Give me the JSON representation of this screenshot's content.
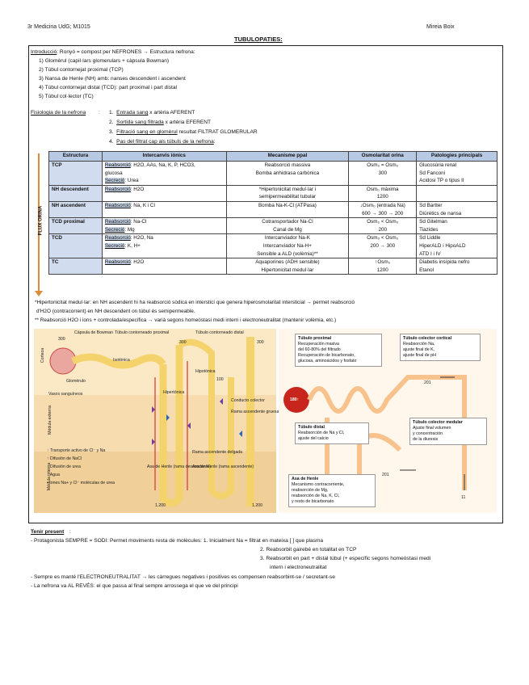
{
  "header": {
    "left": "3r Medicina UdG; M1015",
    "right": "Mireia Boix",
    "title": "TUBULOPATIES:"
  },
  "intro": {
    "label": "Introducció",
    "line": ": Ronyó = compost per NEFRONES → Estructura nefrona:",
    "items": [
      "1)  Glomèrul (capil·lars glomerulars + càpsula Bowman)",
      "2)  Túbul contornejat proximal (TCP)",
      "3)  Nansa de Henle (NH) amb: nanses descendent i ascendent",
      "4)  Túbul contornejat distal (TCD): part proximal i part distal",
      "5)  Túbul col·lector (TC)"
    ]
  },
  "physio": {
    "label": "Fisiologia de la nefrona",
    "steps": [
      {
        "num": "1.",
        "u": "Entrada sang",
        "rest": " x artèria AFERENT"
      },
      {
        "num": "2.",
        "u": "Sortida sang filtrada",
        "rest": " x artèria EFERENT"
      },
      {
        "num": "3.",
        "u": "Filtració sang en glomèrul",
        "rest": " resultat FILTRAT GLOMERULAR"
      },
      {
        "num": "4.",
        "u": "Pas del filtrat cap als túbuls de la nefrona",
        "rest": ":"
      }
    ]
  },
  "table": {
    "side_label": "FLUX ORINA",
    "headers": [
      "Estructura",
      "Intercanvis iònics",
      "Mecanisme ppal",
      "Osmolaritat orina",
      "Patologies principals"
    ],
    "rows": [
      {
        "s": "TCP",
        "i": [
          {
            "k": "Reabsorció",
            "v": ": H2O, AAs, Na, K, P, HCO3,"
          },
          {
            "k": "",
            "v": "glucosa"
          },
          {
            "k": "Secreció",
            "v": ": Urea"
          }
        ],
        "m": [
          "Reabsorció massiva",
          "Bomba anhidrasa carbònica"
        ],
        "o": [
          "Osm₀ = Osm₀",
          "300"
        ],
        "p": [
          "Glucosúria renal",
          "Sd Fanconi",
          "Acidosi TP o tipus II"
        ]
      },
      {
        "s": "NH descendent",
        "i": [
          {
            "k": "Reabsorció",
            "v": ": H2O"
          }
        ],
        "m": [
          "*Hipertonicitat medul·lar i",
          "semipermeabilitat tubular"
        ],
        "o": [
          "Osm₀ màxima",
          "1200"
        ],
        "p": []
      },
      {
        "s": "NH ascendent",
        "i": [
          {
            "k": "Reabsorció",
            "v": ": Na, K i Cl"
          }
        ],
        "m": [
          "Bomba Na-K-Cl (ATPasa)"
        ],
        "o": [
          "↓Osm₀ (entrada Na)",
          "600 → 300 → 200"
        ],
        "p": [
          "Sd Bartter",
          "Diürètics de nansa"
        ]
      },
      {
        "s": "TCD proximal",
        "i": [
          {
            "k": "Reabsorció",
            "v": ": Na-Cl"
          },
          {
            "k": "Secreció",
            "v": ": Mg"
          }
        ],
        "m": [
          "Cotransportador Na-Cl",
          "Canal de Mg"
        ],
        "o": [
          "Osm₀ < Osm₀",
          "200"
        ],
        "p": [
          "Sd Gitelman",
          "Tiazides"
        ]
      },
      {
        "s": "TCD",
        "i": [
          {
            "k": "Reabsorció",
            "v": ": H2O, Na"
          },
          {
            "k": "Secreció",
            "v": ": K, H+"
          }
        ],
        "m": [
          "Intercanviador Na-K",
          "Intercanviador Na-H+",
          "Sensible a ALD (volèmia)**"
        ],
        "o": [
          "Osm₀ < Osm₀",
          "200 → 300"
        ],
        "p": [
          "Sd Liddle",
          "HiperALD i HipoALD",
          "ATD I i IV"
        ]
      },
      {
        "s": "TC",
        "i": [
          {
            "k": "Reabsorció",
            "v": ": H2O"
          }
        ],
        "m": [
          "Aquaporines (ADH sensible)",
          "Hipertonicitat medul·lar"
        ],
        "o": [
          "↑Osm₀",
          "1200"
        ],
        "p": [
          "Diabetis insípida nefro",
          "Etanol"
        ]
      }
    ]
  },
  "notes": [
    "*Hipertonicitat medul·lar: en NH ascendent hi ha reabsorció sòdica en intersticí que genera hiperosmolaritat intersticial → permet reabsorció",
    "d'H2O (contracorrent) en NH descendent on túbul és semipermeable.",
    "** Reabsorció H2O i ions + controlada/específica → varià segons homeòstasi medi intern i electroneutralitat (mantenir volèmia, etc.)"
  ],
  "figure_left": {
    "labels": [
      "Cápsula de Bowman",
      "Túbulo contorneado proximal",
      "Túbulo contorneado distal",
      "Corteza",
      "Glomérulo",
      "Vasos sanguíneos",
      "Médula externa",
      "Médula interna",
      "Isotónica",
      "Hipotónica",
      "Hipertónica",
      "Conducto colector",
      "Rama ascendente gruesa",
      "Asa de Henle (rama descendente)",
      "Asa de Henle (rama ascendente)",
      "Rama ascendente delgada",
      "300",
      "300",
      "300",
      "100",
      "1.200",
      "1.200"
    ],
    "legend": [
      "Transporte activo de Cl⁻ y Na",
      "Difusión de NaCl",
      "Difusión de urea",
      "Agua",
      "Iones Na+ y Cl⁻ moléculas de urea"
    ],
    "colors": {
      "tube": "#f4d36c",
      "red": "#d9352b",
      "purple": "#6b3fa0",
      "blue": "#2a66b7"
    }
  },
  "figure_right": {
    "callouts": [
      {
        "title": "Túbulo proximal",
        "lines": [
          "Recuperación masiva",
          "del 60-80% del filtrado",
          "Recuperación de bicarbonato,",
          "glucosa, aminoácidos y fosfato"
        ]
      },
      {
        "title": "Túbulo colector cortical",
        "lines": [
          "Reabsorción Na,",
          "ajuste final de K,",
          "ajuste final de pH"
        ]
      },
      {
        "title": "Túbulo distal",
        "lines": [
          "Reabsorción de Na y Cl,",
          "ajuste del calcio"
        ]
      },
      {
        "title": "Túbulo colector medular",
        "lines": [
          "Ajuste final volumen",
          "y concentración",
          "de la diuresis"
        ]
      },
      {
        "title": "Asa de Henle",
        "lines": [
          "Mecanismo contracorriente,",
          "reabsorción de Mg,",
          "reabsorción de Na, K, Cl,",
          "y resto de bicarbonato"
        ]
      }
    ],
    "numbers": [
      "180↑",
      "201",
      "201",
      "11"
    ]
  },
  "bottom": {
    "label": "Tenir present",
    "lines": [
      "-  Protagonista SEMPRE = SODI: Permet moviments resta de molècules: 1. Inicialment Na = filtrat en mateixa [ ] que plasma",
      "2. Reabsorbit gairebé en totalitat en TCP",
      "3. Reabsorbit en part + distal túbul (+ específic segons homeòstasi medi",
      "intern i electroneutralitat",
      "-  Sempre es manté l'ELECTRONEUTRALITAT → les càrregues negatives i positives es compensen reabsorbint-se / secretant-se",
      "-  La nefrona va AL REVÉS: el que passa al final sempre arrossega el que ve del principi"
    ]
  }
}
